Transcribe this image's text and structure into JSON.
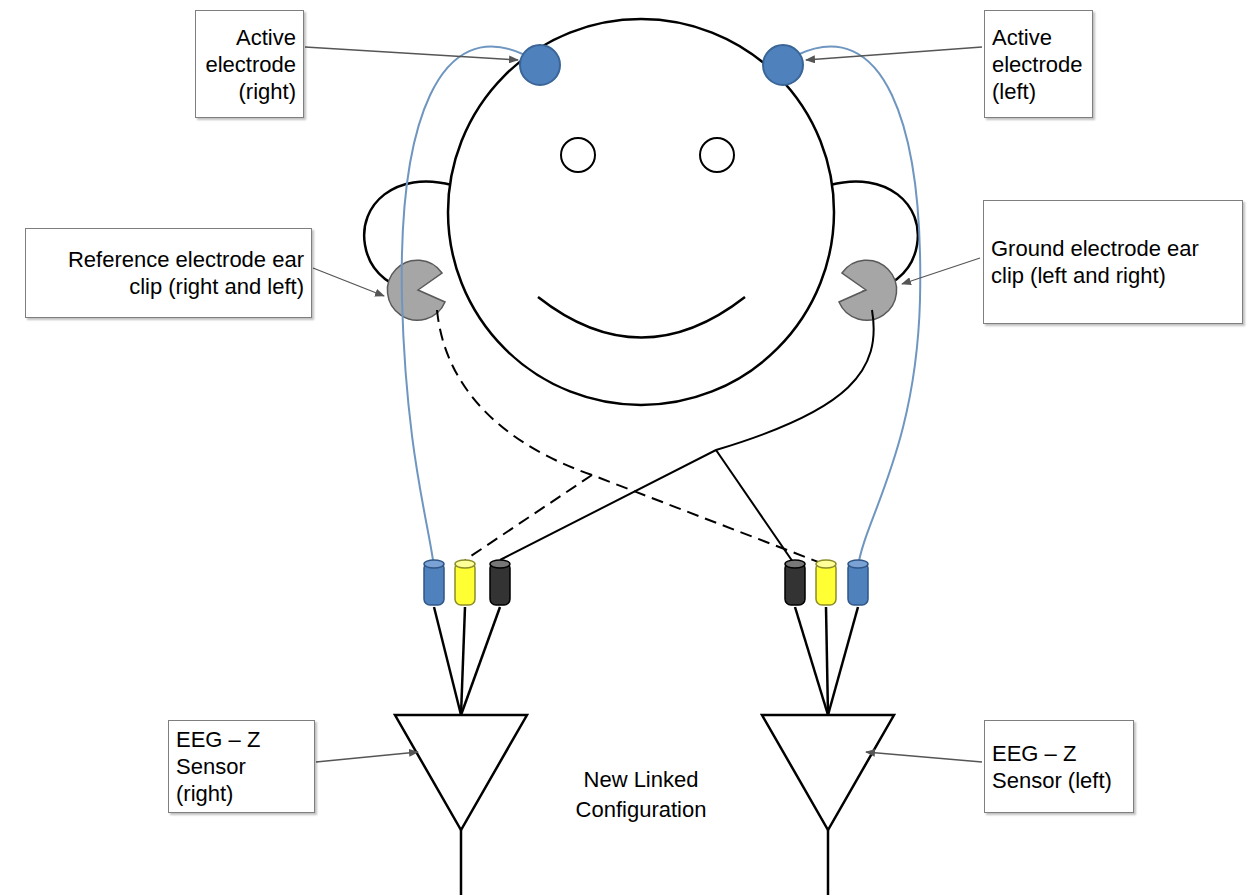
{
  "diagram": {
    "nodes": [
      {
        "text": [
          "Active electrode (right)"
        ]
      },
      {
        "text": [
          "Active electrode (left)"
        ]
      },
      {
        "text": [
          "Reference electrode ear clip (right and left)"
        ]
      },
      {
        "text": [
          "Ground electrode ear clip (left and right)"
        ]
      },
      {
        "text": [
          "EEG – Z Sensor (right)"
        ]
      },
      {
        "text": [
          "EEG – Z Sensor (left)"
        ]
      }
    ],
    "labels": [
      "New Linked Configuration"
    ]
  }
}
